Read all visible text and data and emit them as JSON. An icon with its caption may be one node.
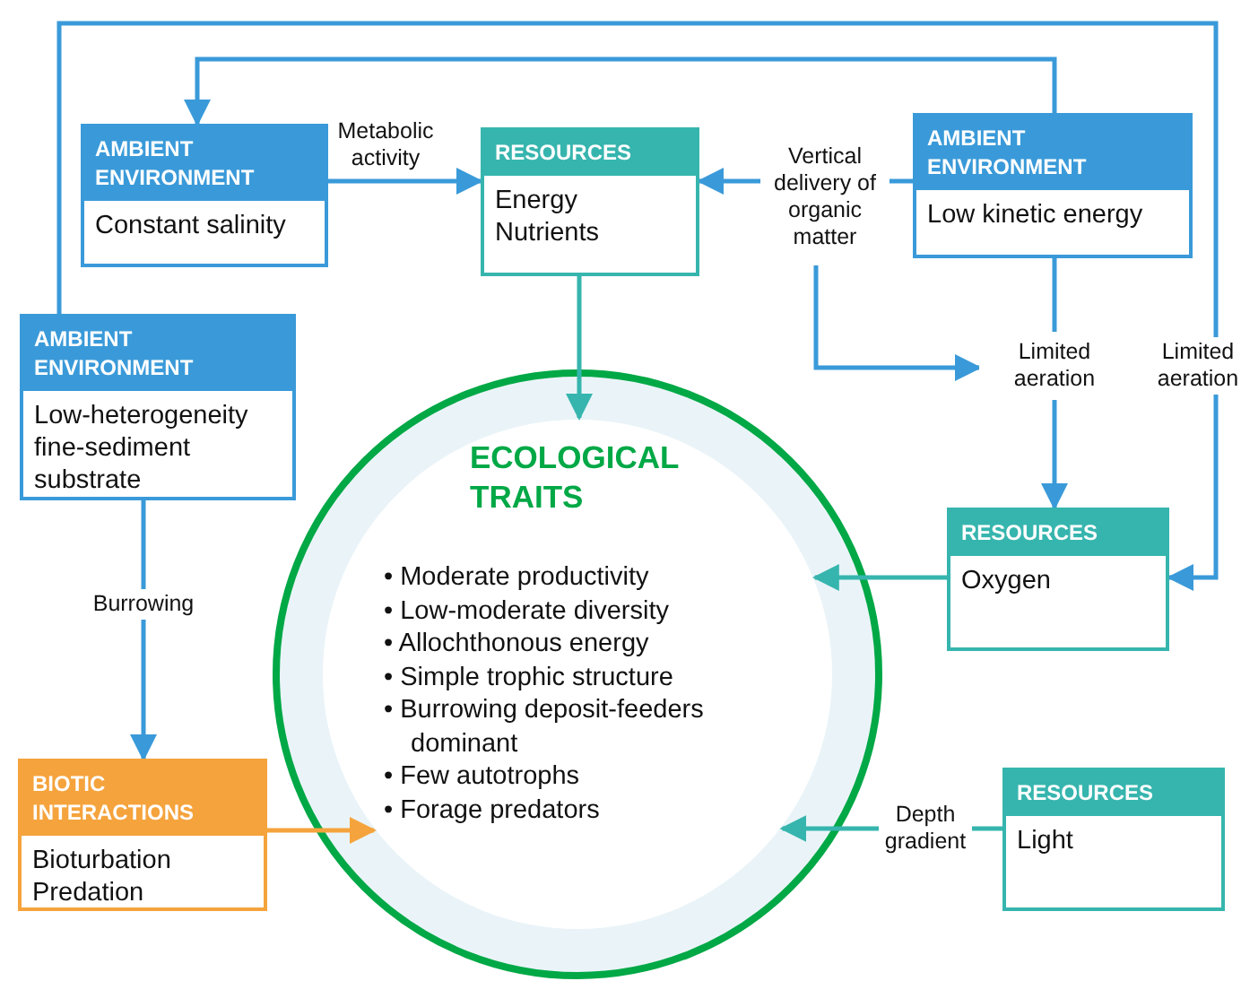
{
  "diagram": {
    "nodes": [
      {
        "text": [
          "AMBIENT ENVIRONMENT",
          "Constant salinity"
        ]
      },
      {
        "text": [
          "RESOURCES",
          "Energy",
          "Nutrients"
        ]
      },
      {
        "text": [
          "Vertical delivery of organic matter"
        ]
      },
      {
        "text": [
          "AMBIENT ENVIRONMENT",
          "Low kinetic energy"
        ]
      },
      {
        "text": [
          "AMBIENT ENVIRONMENT",
          "Low-heterogeneity fine-sediment substrate"
        ]
      },
      {
        "text": [
          "Limited aeration"
        ]
      },
      {
        "text": [
          "ECOLOGICAL TRAITS",
          "• Moderate productivity",
          "• Low-moderate diversity",
          "• Allochthonous energy",
          "• Simple trophic structure",
          "• Burrowing deposit-feeders dominant",
          "• Few autotrophs",
          "• Forage predators"
        ]
      },
      {
        "text": [
          "RESOURCES",
          "Oxygen"
        ]
      },
      {
        "text": [
          "BIOTIC INTERACTIONS",
          "Bioturbation",
          "Predation"
        ]
      },
      {
        "text": [
          "RESOURCES",
          "Light"
        ]
      }
    ],
    "edges": [
      {
        "from": 3,
        "to": 0,
        "arrow": "to"
      },
      {
        "from": 4,
        "to": 7,
        "arrow": "to",
        "label": "Limited aeration"
      },
      {
        "from": 0,
        "to": 1,
        "arrow": "to",
        "label": "Metabolic activity"
      },
      {
        "from": 3,
        "to": 2,
        "arrow": "none"
      },
      {
        "from": 2,
        "to": 1,
        "arrow": "to"
      },
      {
        "from": 2,
        "to": 5,
        "arrow": "to"
      },
      {
        "from": 3,
        "to": 5,
        "arrow": "none"
      },
      {
        "from": 5,
        "to": 7,
        "arrow": "to"
      },
      {
        "from": 1,
        "to": 6,
        "arrow": "to",
        "color": "#36b5ae"
      },
      {
        "from": 4,
        "to": 8,
        "arrow": "to",
        "label": "Burrowing"
      },
      {
        "from": 8,
        "to": 6,
        "arrow": "to",
        "color": "#f5a33c"
      },
      {
        "from": 7,
        "to": 6,
        "arrow": "to",
        "color": "#36b5ae"
      },
      {
        "from": 9,
        "to": 6,
        "arrow": "to",
        "color": "#36b5ae",
        "label": "Depth gradient"
      }
    ]
  }
}
